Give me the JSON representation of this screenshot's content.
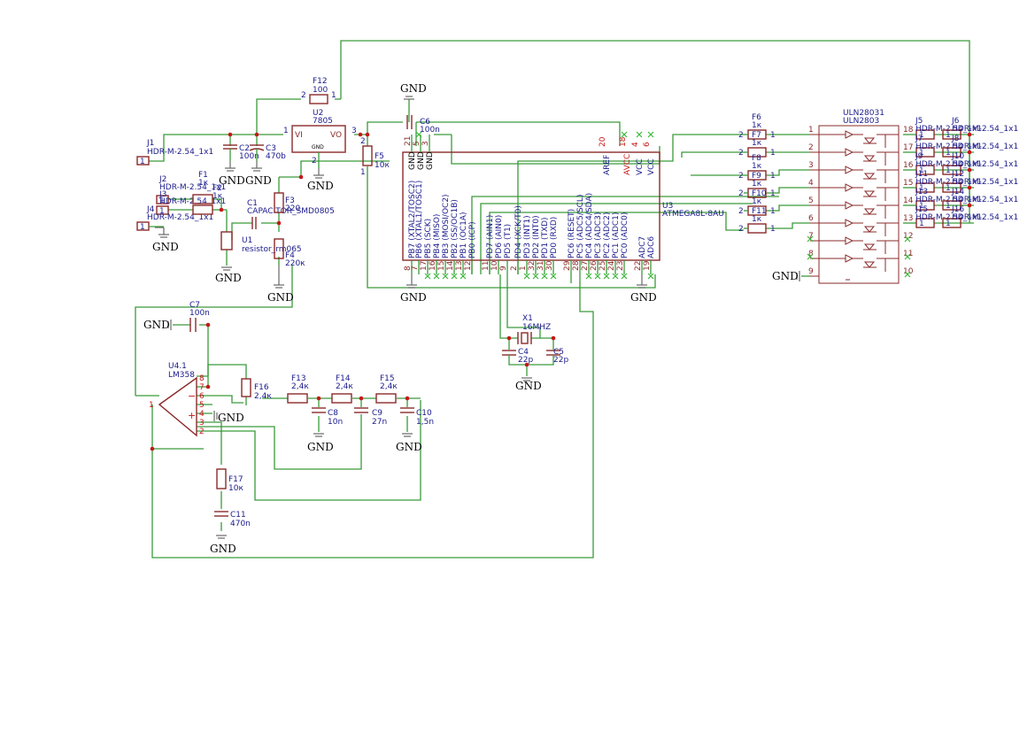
{
  "components": {
    "u2": {
      "ref": "U2",
      "value": "7805",
      "pin_vi": "VI",
      "pin_vo": "VO",
      "pin_gnd": "GND",
      "pin1": "1",
      "pin2": "2",
      "pin3": "3"
    },
    "u3": {
      "ref": "U3",
      "value": "ATMEGA8L-8AU"
    },
    "uln": {
      "ref": "ULN28031",
      "value": "ULN2803"
    },
    "x1": {
      "ref": "X1",
      "value": "16MHZ"
    },
    "u41": {
      "ref": "U4.1",
      "value": "LM358"
    },
    "u1": {
      "ref": "U1",
      "value": "resistor_rm065"
    },
    "c1": {
      "ref": "C1",
      "value": "CAPACITOR_SMD0805"
    },
    "c2": {
      "ref": "C2",
      "value": "100n"
    },
    "c3": {
      "ref": "C3",
      "value": "470b"
    },
    "c4": {
      "ref": "C4",
      "value": "22p"
    },
    "c5": {
      "ref": "C5",
      "value": "22p"
    },
    "c6": {
      "ref": "C6",
      "value": "100n"
    },
    "c7": {
      "ref": "C7",
      "value": "100n"
    },
    "c8": {
      "ref": "C8",
      "value": "10n"
    },
    "c9": {
      "ref": "C9",
      "value": "27n"
    },
    "c10": {
      "ref": "C10",
      "value": "1,5n"
    },
    "c11": {
      "ref": "C11",
      "value": "470n"
    },
    "f1": {
      "ref": "F1",
      "value": "1к"
    },
    "f2": {
      "ref": "F2",
      "value": "1к"
    },
    "f3": {
      "ref": "F3",
      "value": "220"
    },
    "f4": {
      "ref": "F4",
      "value": "220к"
    },
    "f5": {
      "ref": "F5",
      "value": "10к"
    },
    "f6": {
      "ref": "F6",
      "value": "1к"
    },
    "f7": {
      "ref": "F7",
      "value": "1к"
    },
    "f8": {
      "ref": "F8",
      "value": "1к"
    },
    "f9": {
      "ref": "F9",
      "value": "1к"
    },
    "f10": {
      "ref": "F10",
      "value": "1к"
    },
    "f11": {
      "ref": "F11",
      "value": "1к"
    },
    "f12": {
      "ref": "F12",
      "value": "100"
    },
    "f13": {
      "ref": "F13",
      "value": "2,4к"
    },
    "f14": {
      "ref": "F14",
      "value": "2,4к"
    },
    "f15": {
      "ref": "F15",
      "value": "2,4к"
    },
    "f16": {
      "ref": "F16",
      "value": "2,4к"
    },
    "f17": {
      "ref": "F17",
      "value": "10к"
    }
  },
  "connectors": {
    "j1": {
      "ref": "J1",
      "value": "HDR-M-2.54_1x1",
      "pin": "1"
    },
    "j2": {
      "ref": "J2",
      "value": "HDR-M-2.54_1x1",
      "pin": "1"
    },
    "j3": {
      "ref": "J3",
      "value": "HDR-M-2.54_1x1",
      "pin": "1"
    },
    "j4": {
      "ref": "J4",
      "value": "HDR-M-2.54_1x1",
      "pin": "1"
    },
    "right": [
      {
        "ref": "J5",
        "value": "HDR-M-2.54_1x1"
      },
      {
        "ref": "J6",
        "value": "HDR-M-2.54_1x1"
      },
      {
        "ref": "J7",
        "value": "HDR-M-2.54_1x1"
      },
      {
        "ref": "J8",
        "value": "HDR-M-2.54_1x1"
      },
      {
        "ref": "J9",
        "value": "HDR-M-2.54_1x1"
      },
      {
        "ref": "J10",
        "value": "HDR-M-2.54_1x1"
      },
      {
        "ref": "J11",
        "value": "HDR-M-2.54_1x1"
      },
      {
        "ref": "J12",
        "value": "HDR-M-2.54_1x1"
      },
      {
        "ref": "J13",
        "value": "HDR-M-2.54_1x1"
      },
      {
        "ref": "J14",
        "value": "HDR-M-2.54_1x1"
      },
      {
        "ref": "J15",
        "value": "HDR-M-2.54_1x1"
      },
      {
        "ref": "J16",
        "value": "HDR-M-2.54_1x1"
      }
    ],
    "pin_one": "1"
  },
  "mcu_pins_left": [
    "PB7 (XTAL2/TOSC2)",
    "PB6 (XTAL1/TOSC1)",
    "PB5 (SCK)",
    "PB4 (MISO)",
    "PB3 (MOSI/OC2)",
    "PB2 (SS/OC1B)",
    "PB1 (OC1A)",
    "PB0 (ICP)"
  ],
  "mcu_pins_left_nums": [
    "8",
    "7",
    "17",
    "16",
    "15",
    "14",
    "13",
    "12"
  ],
  "mcu_pins_mid": [
    "PD7 (AIN1)",
    "PD6 (AIN0)",
    "PD5 (T1)",
    "PD4 (XCK/T0)",
    "PD3 (INT1)",
    "PD2 (INT0)",
    "PD1 (TXD)",
    "PD0 (RXD)"
  ],
  "mcu_pins_mid_nums": [
    "11",
    "10",
    "9",
    "2",
    "1",
    "32",
    "31",
    "30"
  ],
  "mcu_pins_right": [
    "PC6 (RESET)",
    "PC5 (ADC5/SCL)",
    "PC4 (ADC4/SDA)",
    "PC3 (ADC3)",
    "PC2 (ADC2)",
    "PC1 (ADC1)",
    "PC0 (ADC0)"
  ],
  "mcu_pins_right_nums": [
    "29",
    "28",
    "27",
    "26",
    "25",
    "24",
    "23"
  ],
  "mcu_adc": [
    "ADC7",
    "ADC6"
  ],
  "mcu_adc_nums": [
    "22",
    "19"
  ],
  "mcu_top": [
    "GND",
    "GND",
    "GND"
  ],
  "mcu_top_nums": [
    "21",
    "5",
    "3"
  ],
  "mcu_power": [
    "AREF",
    "AVCC",
    "VCC",
    "VCC"
  ],
  "mcu_power_nums": [
    "20",
    "18",
    "4",
    "6"
  ],
  "uln_left_nums": [
    "1",
    "2",
    "3",
    "4",
    "5",
    "6",
    "7",
    "8",
    "9"
  ],
  "uln_right_nums": [
    "18",
    "17",
    "16",
    "15",
    "14",
    "13",
    "12",
    "11",
    "10"
  ],
  "opamp_pins": [
    "8",
    "7",
    "6",
    "5",
    "4",
    "3",
    "2",
    "1"
  ],
  "gnd_label": "GND",
  "pin_labels": {
    "one": "1",
    "two": "2"
  }
}
